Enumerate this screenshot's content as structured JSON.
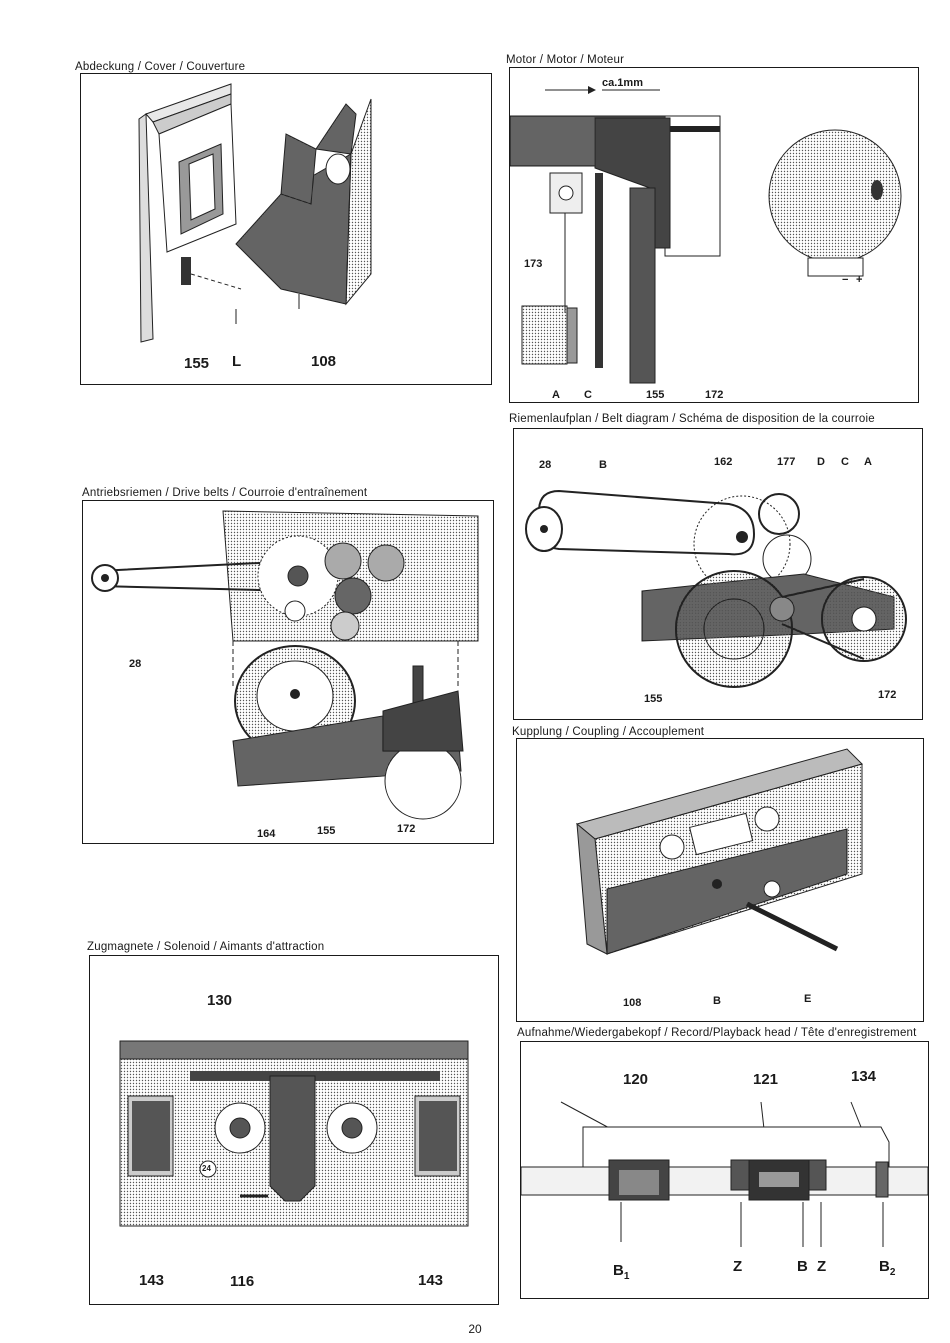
{
  "page_number": "20",
  "panels": {
    "cover": {
      "caption": "Abdeckung / Cover / Couverture",
      "labels": {
        "l155": "155",
        "lL": "L",
        "l108": "108"
      }
    },
    "motor": {
      "caption": "Motor / Motor / Moteur",
      "labels": {
        "gap": "ca.1mm",
        "l173": "173",
        "lA": "A",
        "lC": "C",
        "l155": "155",
        "l172": "172",
        "minus": "−",
        "plus": "+"
      }
    },
    "belt_diagram": {
      "caption": "Riemenlaufplan / Belt diagram / Schéma de disposition de la courroie",
      "labels": {
        "l28": "28",
        "lB": "B",
        "l162": "162",
        "l177": "177",
        "lD": "D",
        "lC": "C",
        "lA": "A",
        "l155": "155",
        "l172": "172"
      }
    },
    "drive_belts": {
      "caption": "Antriebsriemen / Drive belts / Courroie d'entraînement",
      "labels": {
        "l28": "28",
        "l164": "164",
        "l155": "155",
        "l172": "172"
      }
    },
    "coupling": {
      "caption": "Kupplung / Coupling / Accouplement",
      "labels": {
        "l108": "108",
        "lB": "B",
        "lE": "E"
      }
    },
    "solenoid": {
      "caption": "Zugmagnete / Solenoid / Aimants d'attraction",
      "labels": {
        "l130": "130",
        "l143a": "143",
        "l116": "116",
        "l143b": "143",
        "l24": "24"
      }
    },
    "head": {
      "caption": "Aufnahme/Wiedergabekopf / Record/Playback head / Tête d'enregistrement",
      "labels": {
        "l120": "120",
        "l121": "121",
        "l134": "134",
        "lB1": "B",
        "lB1sub": "1",
        "lZ1": "Z",
        "lB": "B",
        "lZ2": "Z",
        "lB2": "B",
        "lB2sub": "2"
      }
    }
  }
}
